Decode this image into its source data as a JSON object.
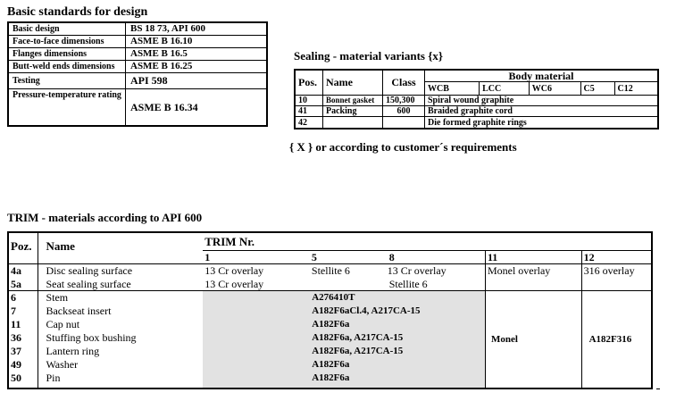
{
  "basic": {
    "title": "Basic standards for design",
    "rows": [
      {
        "label": "Basic design",
        "value": "BS 18 73, API 600"
      },
      {
        "label": "Face-to-face dimensions",
        "value": "ASME B 16.10"
      },
      {
        "label": "Flanges dimensions",
        "value": "ASME B 16.5"
      },
      {
        "label": "Butt-weld ends dimensions",
        "value": "ASME B 16.25"
      },
      {
        "label": "Testing",
        "value": "API 598"
      },
      {
        "label": "Pressure-temperature rating",
        "value": "ASME B 16.34"
      }
    ]
  },
  "sealing": {
    "title": "Sealing - material variants {x}",
    "headers": {
      "pos": "Pos.",
      "name": "Name",
      "class": "Class",
      "body_material": "Body material"
    },
    "materials": [
      "WCB",
      "LCC",
      "WC6",
      "C5",
      "C12"
    ],
    "rows": [
      {
        "pos": "10",
        "name": "Bonnet gasket",
        "class": "150,300",
        "material": "Spiral wound graphite"
      },
      {
        "pos": "41",
        "name": "Packing",
        "class": "600",
        "material": "Braided graphite cord"
      },
      {
        "pos": "42",
        "name": "",
        "class": "",
        "material": "Die formed graphite rings"
      }
    ],
    "note": "{ X } or according to customer´s requirements"
  },
  "trim": {
    "title": "TRIM - materials according to API 600",
    "headers": {
      "poz": "Poz.",
      "name": "Name",
      "trim_nr": "TRIM Nr."
    },
    "trim_numbers": [
      "1",
      "5",
      "8",
      "11",
      "12"
    ],
    "rows": [
      {
        "poz": "4a",
        "name": "Disc sealing surface"
      },
      {
        "poz": "5a",
        "name": "Seat sealing surface"
      },
      {
        "poz": "6",
        "name": "Stem"
      },
      {
        "poz": "7",
        "name": "Backseat insert"
      },
      {
        "poz": "11",
        "name": "Cap nut"
      },
      {
        "poz": "36",
        "name": "Stuffing box bushing"
      },
      {
        "poz": "37",
        "name": "Lantern ring"
      },
      {
        "poz": "49",
        "name": "Washer"
      },
      {
        "poz": "50",
        "name": "Pin"
      }
    ],
    "surface": {
      "disc_t1": "13 Cr overlay",
      "disc_t5": "Stellite 6",
      "disc_t8": "13 Cr overlay",
      "disc_t11": "Monel overlay",
      "disc_t12": "316 overlay",
      "seat_t1": "13 Cr overlay",
      "seat_t8": "Stellite 6"
    },
    "materials_common": [
      "A276410T",
      "A182F6aCl.4, A217CA-15",
      "A182F6a",
      "A182F6a, A217CA-15",
      "A182F6a, A217CA-15",
      "A182F6a",
      "A182F6a"
    ],
    "t11_material": "Monel",
    "t12_material": "A182F316"
  }
}
